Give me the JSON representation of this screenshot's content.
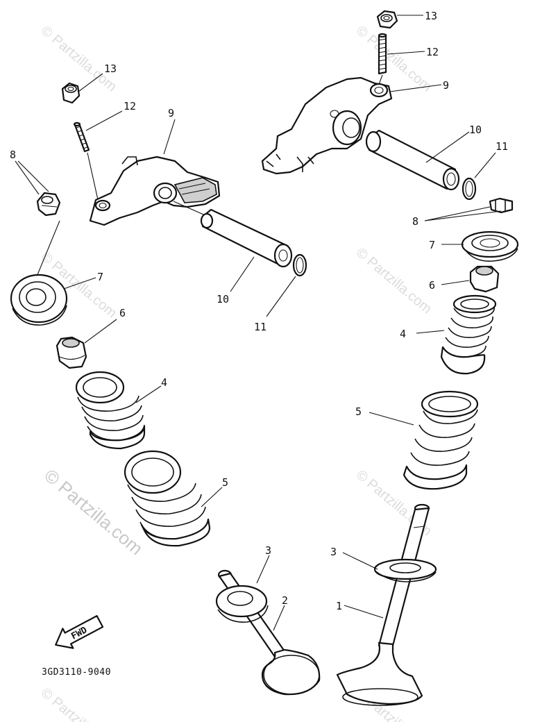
{
  "diagram": {
    "code": "3GD3110-9040",
    "fwd_label": "FWD",
    "watermark": "© Partzilla.com",
    "callouts": {
      "c1": "1",
      "c2": "2",
      "c3a": "3",
      "c3b": "3",
      "c4a": "4",
      "c4b": "4",
      "c5a": "5",
      "c5b": "5",
      "c6a": "6",
      "c6b": "6",
      "c7a": "7",
      "c7b": "7",
      "c8a": "8",
      "c8b": "8",
      "c9a": "9",
      "c9b": "9",
      "c10a": "10",
      "c10b": "10",
      "c11a": "11",
      "c11b": "11",
      "c12a": "12",
      "c12b": "12",
      "c13a": "13",
      "c13b": "13"
    }
  }
}
